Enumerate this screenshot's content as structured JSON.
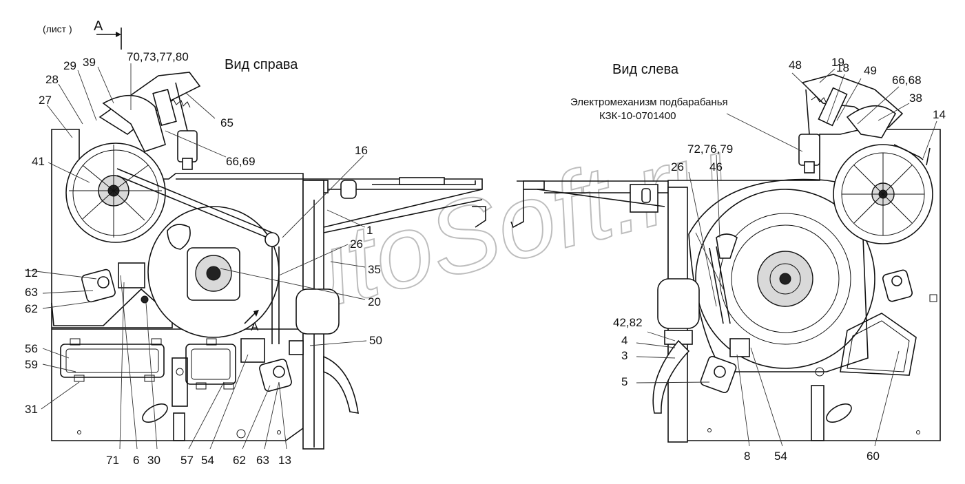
{
  "header": {
    "sheet_ref": "(лист   )",
    "section_letter": "А",
    "view_right": "Вид справа",
    "view_left": "Вид слева",
    "mechanism_line1": "Электромеханизм подбарабанья",
    "mechanism_line2": "КЗК-10-0701400",
    "section_mark": "А"
  },
  "watermark": "AutoSoft.ru",
  "right_view_labels": {
    "l70": "70,73,77,80",
    "l39": "39",
    "l29": "29",
    "l28": "28",
    "l27": "27",
    "l41": "41",
    "l65": "65",
    "l6669": "66,69",
    "l16": "16",
    "l1": "1",
    "l26": "26",
    "l35": "35",
    "l20": "20",
    "l50": "50",
    "l12": "12",
    "l63a": "63",
    "l62a": "62",
    "l56": "56",
    "l59": "59",
    "l31": "31",
    "l71": "71",
    "l6": "6",
    "l30": "30",
    "l57": "57",
    "l54": "54",
    "l62b": "62",
    "l63b": "63",
    "l13": "13"
  },
  "left_view_labels": {
    "l48": "48",
    "l19": "19",
    "l18": "18",
    "l49": "49",
    "l6668": "66,68",
    "l38": "38",
    "l14": "14",
    "l727679": "72,76,79",
    "l26": "26",
    "l46": "46",
    "l4282": "42,82",
    "l4": "4",
    "l3": "3",
    "l5": "5",
    "l8": "8",
    "l54": "54",
    "l60": "60"
  }
}
